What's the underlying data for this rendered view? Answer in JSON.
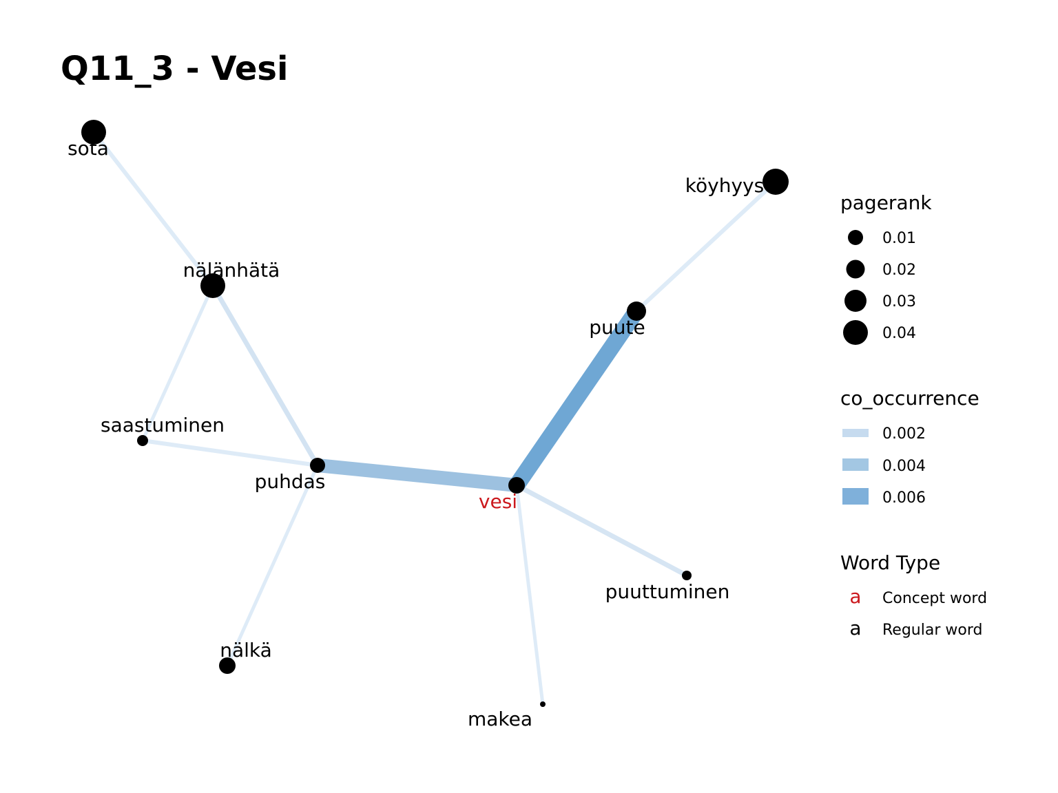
{
  "title": "Q11_3 - Vesi",
  "colors": {
    "concept_word": "#CB181D",
    "regular_word": "#000000",
    "edge_low": "#C6DBEF",
    "edge_mid": "#9ECAE1",
    "edge_high": "#6BAED6"
  },
  "nodes": [
    {
      "id": "vesi",
      "label": "vesi",
      "type": "concept"
    },
    {
      "id": "puhdas",
      "label": "puhdas",
      "type": "regular"
    },
    {
      "id": "puute",
      "label": "puute",
      "type": "regular"
    },
    {
      "id": "köyhyys",
      "label": "köyhyys",
      "type": "regular"
    },
    {
      "id": "sota",
      "label": "sota",
      "type": "regular"
    },
    {
      "id": "nälänhätä",
      "label": "nälänhätä",
      "type": "regular"
    },
    {
      "id": "saastuminen",
      "label": "saastuminen",
      "type": "regular"
    },
    {
      "id": "nälkä",
      "label": "nälkä",
      "type": "regular"
    },
    {
      "id": "makea",
      "label": "makea",
      "type": "regular"
    },
    {
      "id": "puuttuminen",
      "label": "puuttuminen",
      "type": "regular"
    }
  ],
  "legend": {
    "pagerank": {
      "title": "pagerank",
      "entries": [
        "0.01",
        "0.02",
        "0.03",
        "0.04"
      ]
    },
    "co_occurrence": {
      "title": "co_occurrence",
      "entries": [
        "0.002",
        "0.004",
        "0.006"
      ]
    },
    "word_type": {
      "title": "Word Type",
      "key_letter": "a",
      "entries": [
        "Concept word",
        "Regular word"
      ]
    }
  }
}
